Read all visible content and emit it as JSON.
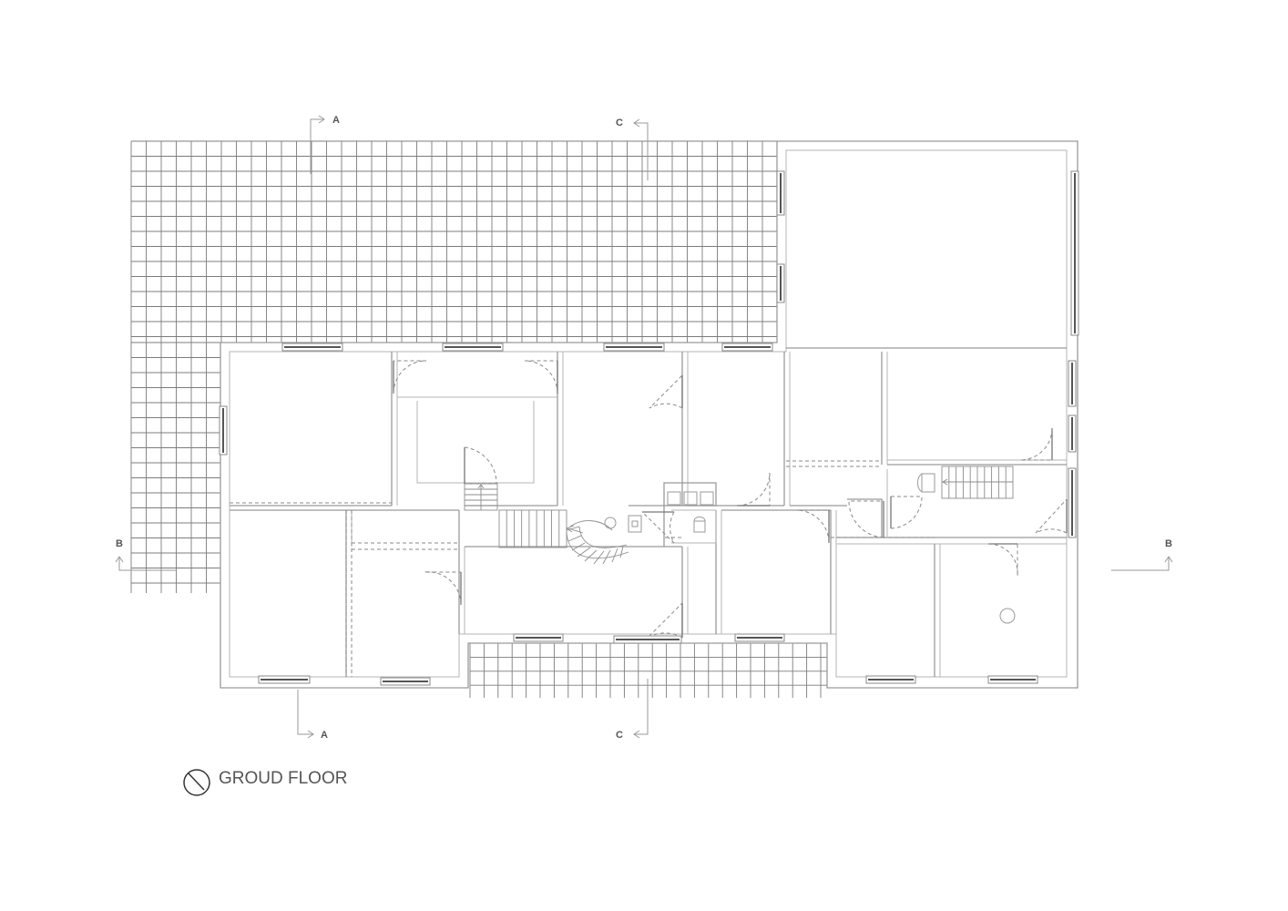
{
  "drawing": {
    "title": "GROUD FLOOR",
    "north_icon": "north-arrow-icon"
  },
  "section_marks": [
    {
      "id": "section-a-top",
      "label": "A"
    },
    {
      "id": "section-a-bottom",
      "label": "A"
    },
    {
      "id": "section-c-top",
      "label": "C"
    },
    {
      "id": "section-c-bottom",
      "label": "C"
    },
    {
      "id": "section-b-left",
      "label": "B"
    },
    {
      "id": "section-b-right",
      "label": "B"
    }
  ],
  "colors": {
    "line": "#9a9a9a",
    "tile": "#7c7c7c",
    "text": "#555555",
    "background": "#ffffff"
  }
}
